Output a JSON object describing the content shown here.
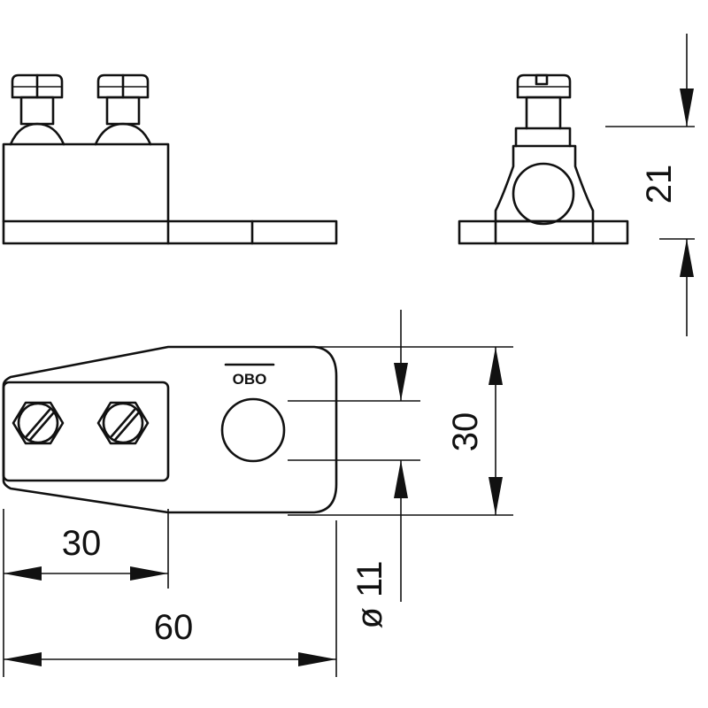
{
  "logo_text": "OBO",
  "dimensions": {
    "height": "21",
    "hole_spacing": "30",
    "bolt_spacing": "30",
    "overall_length": "60",
    "hole_diameter": "ø 11"
  },
  "colors": {
    "line": "#111111",
    "background": "#ffffff"
  }
}
